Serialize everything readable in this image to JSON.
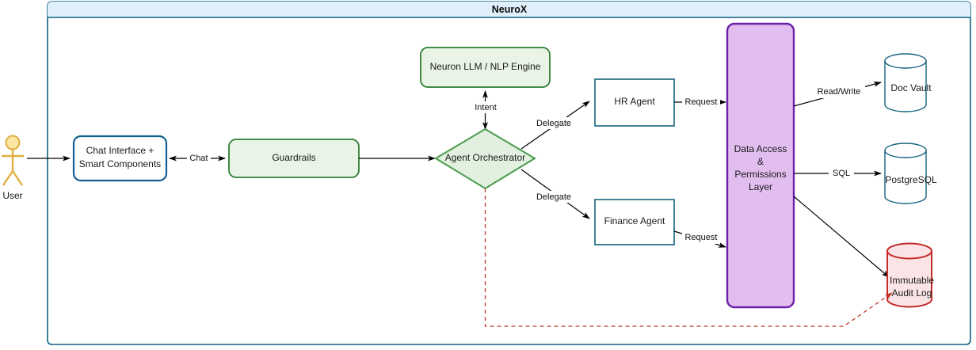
{
  "container": {
    "title": "NeuroX",
    "header_fill": "#dff0fa",
    "border_color": "#10627f",
    "body_fill": "#ffffff"
  },
  "actor": {
    "label": "User",
    "color": "#e0b040",
    "fill": "#fbe6a2"
  },
  "nodes": [
    {
      "id": "chat-interface",
      "label_line1": "Chat Interface +",
      "label_line2": "Smart Components",
      "shape": "rounded-rect",
      "stroke": "#10618f",
      "fill": "#ffffff"
    },
    {
      "id": "guardrails",
      "label_line1": "Guardrails",
      "shape": "rounded-rect",
      "stroke": "#2d7d32",
      "fill": "#e9f4e7"
    },
    {
      "id": "neuron-llm",
      "label_line1": "Neuron LLM / NLP Engine",
      "shape": "rounded-rect",
      "stroke": "#2d7d32",
      "fill": "#e9f4e7"
    },
    {
      "id": "agent-orchestrator",
      "label_line1": "Agent Orchestrator",
      "shape": "diamond",
      "stroke": "#4a9b4e",
      "fill": "#e2f1df"
    },
    {
      "id": "hr-agent",
      "label_line1": "HR Agent",
      "shape": "rect",
      "stroke": "#18647f",
      "fill": "#ffffff"
    },
    {
      "id": "finance-agent",
      "label_line1": "Finance Agent",
      "shape": "rect",
      "stroke": "#18647f",
      "fill": "#ffffff"
    },
    {
      "id": "data-access-layer",
      "label_line1": "Data Access",
      "label_line2": "&",
      "label_line3": "Permissions",
      "label_line4": "Layer",
      "shape": "rounded-rect",
      "stroke": "#6b21a8",
      "fill": "#e2bdef"
    },
    {
      "id": "doc-vault",
      "label_line1": "Doc Vault",
      "shape": "cylinder",
      "stroke": "#18647f",
      "fill": "#ffffff"
    },
    {
      "id": "postgresql",
      "label_line1": "PostgreSQL",
      "shape": "cylinder",
      "stroke": "#18647f",
      "fill": "#ffffff"
    },
    {
      "id": "immutable-audit-log",
      "label_line1": "Immutable",
      "label_line2": "Audit Log",
      "shape": "cylinder",
      "stroke": "#c42b2b",
      "fill": "#fbe4e6"
    }
  ],
  "edges": [
    {
      "id": "user-to-chat",
      "label": "",
      "style": "solid"
    },
    {
      "id": "chat-to-guardrails",
      "label": "Chat",
      "style": "solid-bidirectional"
    },
    {
      "id": "guardrails-to-orchestrator",
      "label": "",
      "style": "solid"
    },
    {
      "id": "orchestrator-to-llm",
      "label": "Intent",
      "style": "solid-bidirectional"
    },
    {
      "id": "orchestrator-to-hr",
      "label": "Delegate",
      "style": "solid"
    },
    {
      "id": "orchestrator-to-finance",
      "label": "Delegate",
      "style": "solid"
    },
    {
      "id": "hr-to-dal",
      "label": "Request",
      "style": "solid"
    },
    {
      "id": "finance-to-dal",
      "label": "Request",
      "style": "solid"
    },
    {
      "id": "dal-to-docvault",
      "label": "Read/Write",
      "style": "solid"
    },
    {
      "id": "dal-to-postgres",
      "label": "SQL",
      "style": "solid"
    },
    {
      "id": "dal-to-auditlog",
      "label": "",
      "style": "solid"
    },
    {
      "id": "orchestrator-to-auditlog",
      "label": "",
      "style": "dashed-red",
      "color": "#c0392b"
    }
  ]
}
